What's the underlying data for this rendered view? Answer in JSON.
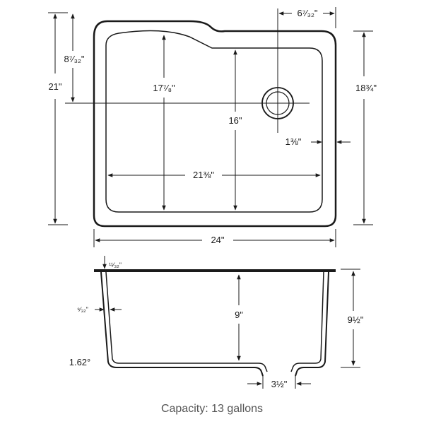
{
  "top_view": {
    "overall_height": "21\"",
    "upper_depth": "8⁷⁄₃₂\"",
    "drain_offset": "6⁷⁄₃₂\"",
    "inner_depth_left": "17⁷⁄₈\"",
    "inner_depth_right": "16\"",
    "right_height": "18¾\"",
    "rim_width": "1⅜\"",
    "inner_width": "21⅜\"",
    "overall_width": "24\""
  },
  "side_view": {
    "deck_thickness": "¹¹⁄₃₂\"",
    "wall_thickness": "⁹⁄₃₂\"",
    "bowl_depth": "9\"",
    "overall_depth": "9½\"",
    "wall_angle": "1.62°",
    "drain_width": "3½\""
  },
  "caption": "Capacity: 13 gallons",
  "colors": {
    "line": "#1a1a1a",
    "caption": "#555555"
  }
}
